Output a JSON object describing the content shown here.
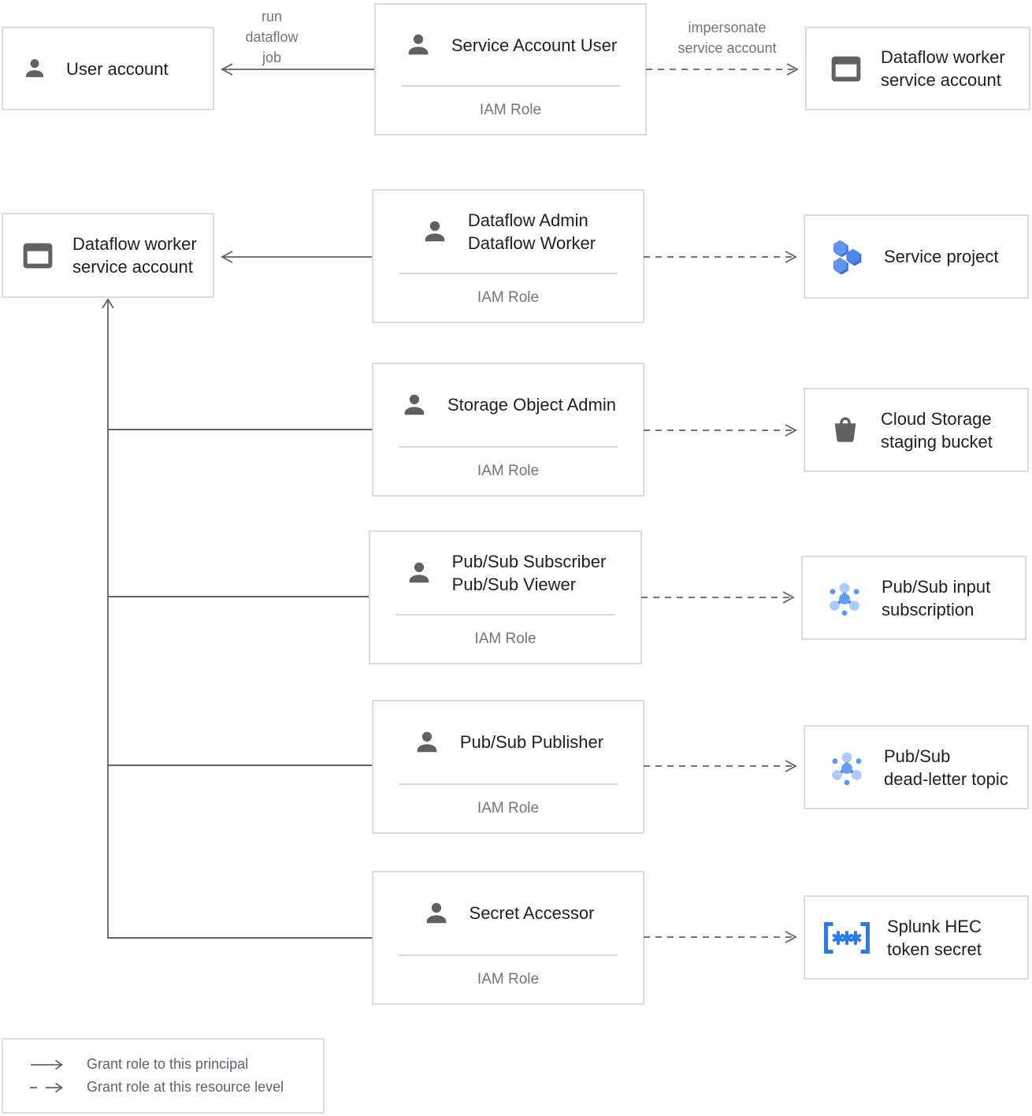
{
  "edges": {
    "run_dataflow_job": {
      "lines": [
        "run",
        "dataflow",
        "job"
      ]
    },
    "impersonate": {
      "lines": [
        "impersonate",
        "service account"
      ]
    }
  },
  "principals": {
    "user_account": {
      "label": "User account",
      "icon": "person-icon"
    },
    "dataflow_worker_sa": {
      "line1": "Dataflow worker",
      "line2": "service account",
      "icon": "service-account-icon"
    }
  },
  "roles": [
    {
      "lines": [
        "Service Account User"
      ],
      "sublabel": "IAM Role",
      "icon": "person-icon"
    },
    {
      "lines": [
        "Dataflow Admin",
        "Dataflow Worker"
      ],
      "sublabel": "IAM Role",
      "icon": "person-icon"
    },
    {
      "lines": [
        "Storage Object Admin"
      ],
      "sublabel": "IAM Role",
      "icon": "person-icon"
    },
    {
      "lines": [
        "Pub/Sub Subscriber",
        "Pub/Sub Viewer"
      ],
      "sublabel": "IAM Role",
      "icon": "person-icon"
    },
    {
      "lines": [
        "Pub/Sub Publisher"
      ],
      "sublabel": "IAM Role",
      "icon": "person-icon"
    },
    {
      "lines": [
        "Secret Accessor"
      ],
      "sublabel": "IAM Role",
      "icon": "person-icon"
    }
  ],
  "resources": [
    {
      "lines": [
        "Dataflow worker",
        "service account"
      ],
      "icon": "service-account-icon"
    },
    {
      "lines": [
        "Service project"
      ],
      "icon": "project-hexagons-icon"
    },
    {
      "lines": [
        "Cloud Storage",
        "staging bucket"
      ],
      "icon": "storage-bucket-icon"
    },
    {
      "lines": [
        "Pub/Sub input",
        "subscription"
      ],
      "icon": "pubsub-icon"
    },
    {
      "lines": [
        "Pub/Sub",
        "dead-letter topic"
      ],
      "icon": "pubsub-icon"
    },
    {
      "lines": [
        "Splunk HEC",
        "token secret"
      ],
      "icon": "secret-manager-icon"
    }
  ],
  "legend": {
    "solid_label": "Grant role to this principal",
    "dashed_label": "Grant role at this resource level"
  },
  "colors": {
    "icon_gray": "#616161",
    "line_gray": "#5f6368",
    "text_dark": "#212121",
    "text_gray": "#757575",
    "border_gray": "#dcdcdc",
    "pubsub_blue": "#669df6",
    "pubsub_light_blue": "#aecbfa",
    "pubsub_spoke_blue": "#3c78dc",
    "project_blue_front": "#6493ee",
    "project_blue_back": "#3670dd",
    "secret_blue": "#2b7be9"
  }
}
